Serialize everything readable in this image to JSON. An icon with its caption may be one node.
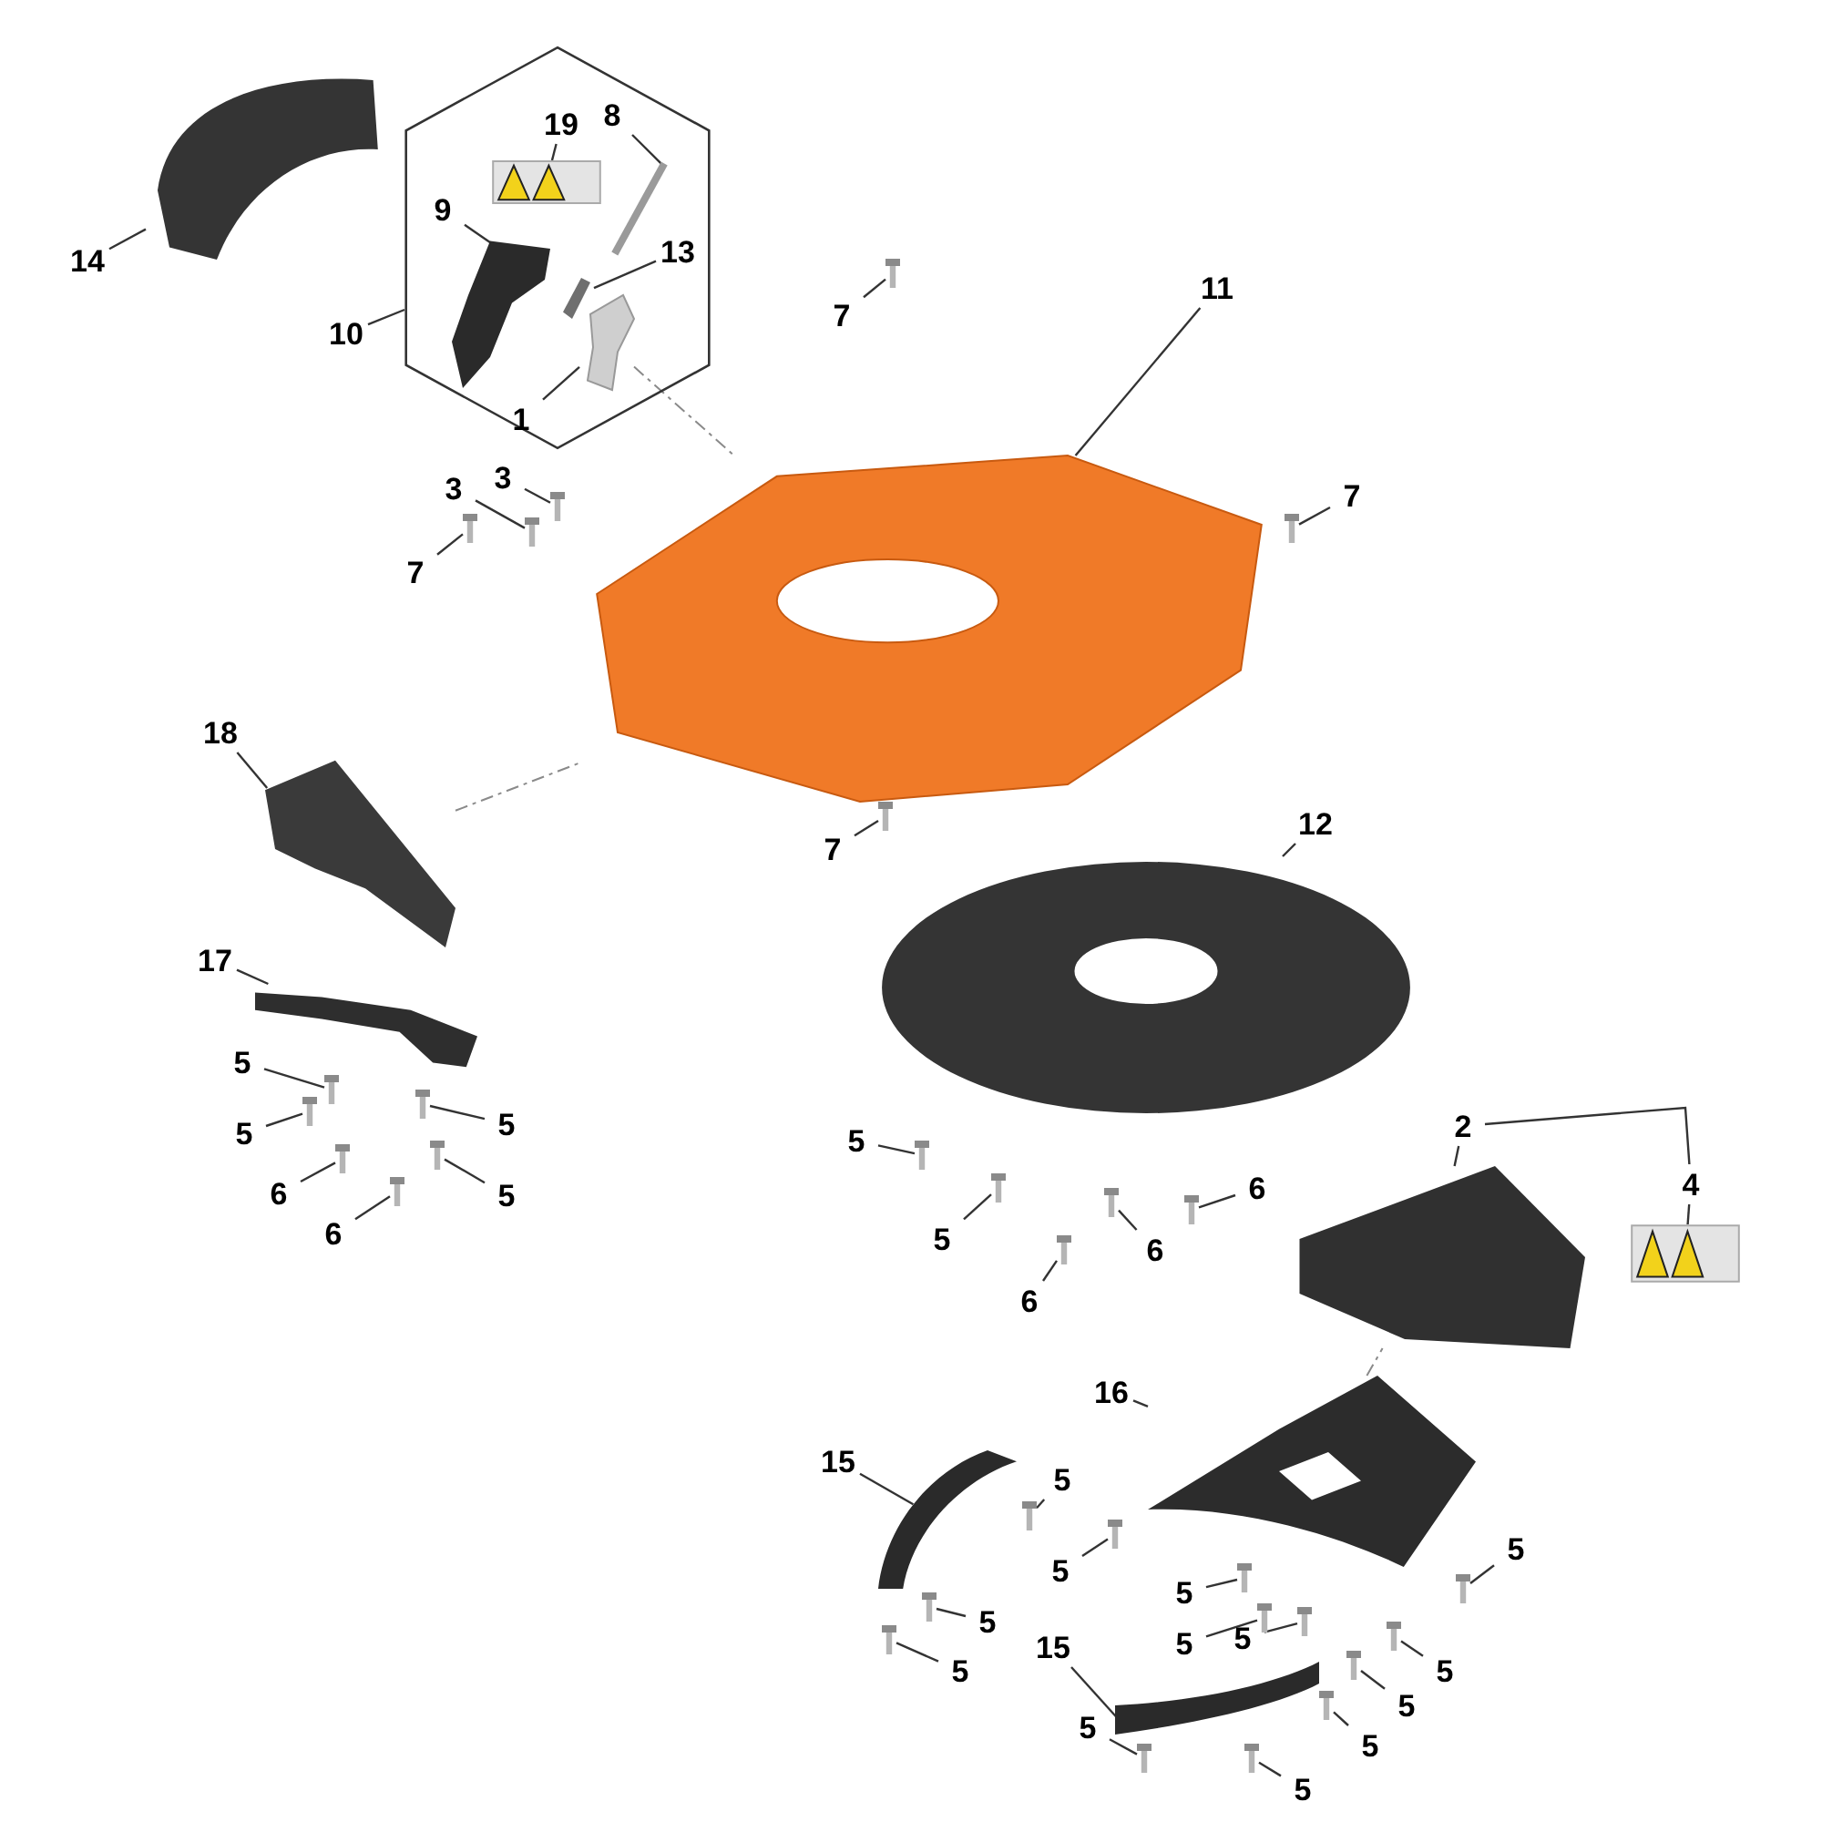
{
  "diagram": {
    "nodes": [
      {
        "text": [
          "14"
        ]
      },
      {
        "text": [],
        "shape": "picture"
      },
      {
        "text": [
          "10"
        ]
      },
      {
        "text": [],
        "shape": "hexagon"
      },
      {
        "text": [
          "9"
        ],
        "in": 3
      },
      {
        "text": [],
        "shape": "picture",
        "in": 3
      },
      {
        "text": [
          "19"
        ],
        "in": 3
      },
      {
        "text": [],
        "shape": "picture",
        "in": 3
      },
      {
        "text": [
          "8"
        ],
        "in": 3
      },
      {
        "text": [],
        "shape": "picture",
        "in": 3
      },
      {
        "text": [
          "13"
        ],
        "in": 3
      },
      {
        "text": [],
        "shape": "picture",
        "in": 3
      },
      {
        "text": [
          "1"
        ],
        "in": 3
      },
      {
        "text": [],
        "shape": "picture",
        "in": 3
      },
      {
        "text": [
          "11"
        ]
      },
      {
        "text": [],
        "shape": "picture"
      },
      {
        "text": [
          "7"
        ]
      },
      {
        "text": [],
        "shape": "picture"
      },
      {
        "text": [
          "3"
        ]
      },
      {
        "text": [],
        "shape": "picture"
      },
      {
        "text": [
          "3"
        ]
      },
      {
        "text": [],
        "shape": "picture"
      },
      {
        "text": [
          "7"
        ]
      },
      {
        "text": [],
        "shape": "picture"
      },
      {
        "text": [
          "7"
        ]
      },
      {
        "text": [],
        "shape": "picture"
      },
      {
        "text": [
          "18"
        ]
      },
      {
        "text": [],
        "shape": "picture"
      },
      {
        "text": [
          "7"
        ]
      },
      {
        "text": [],
        "shape": "picture"
      },
      {
        "text": [
          "12"
        ]
      },
      {
        "text": [],
        "shape": "picture"
      },
      {
        "text": [
          "17"
        ]
      },
      {
        "text": [],
        "shape": "picture"
      },
      {
        "text": [
          "5"
        ]
      },
      {
        "text": [],
        "shape": "picture"
      },
      {
        "text": [
          "5"
        ]
      },
      {
        "text": [],
        "shape": "picture"
      },
      {
        "text": [
          "6"
        ]
      },
      {
        "text": [],
        "shape": "picture"
      },
      {
        "text": [
          "6"
        ]
      },
      {
        "text": [],
        "shape": "picture"
      },
      {
        "text": [
          "5"
        ]
      },
      {
        "text": [],
        "shape": "picture"
      },
      {
        "text": [
          "5"
        ]
      },
      {
        "text": [],
        "shape": "picture"
      },
      {
        "text": [
          "5"
        ]
      },
      {
        "text": [],
        "shape": "picture"
      },
      {
        "text": [
          "5"
        ]
      },
      {
        "text": [],
        "shape": "picture"
      },
      {
        "text": [
          "6"
        ]
      },
      {
        "text": [],
        "shape": "picture"
      },
      {
        "text": [
          "6"
        ]
      },
      {
        "text": [],
        "shape": "picture"
      },
      {
        "text": [
          "6"
        ]
      },
      {
        "text": [],
        "shape": "picture"
      },
      {
        "text": [
          "2"
        ]
      },
      {
        "text": [],
        "shape": "picture"
      },
      {
        "text": [
          "4"
        ]
      },
      {
        "text": [],
        "shape": "picture"
      },
      {
        "text": [
          "16"
        ]
      },
      {
        "text": [],
        "shape": "picture"
      },
      {
        "text": [
          "15"
        ]
      },
      {
        "text": [],
        "shape": "picture"
      },
      {
        "text": [
          "15"
        ]
      },
      {
        "text": [],
        "shape": "picture"
      },
      {
        "text": [
          "5"
        ]
      },
      {
        "text": [],
        "shape": "picture"
      },
      {
        "text": [
          "5"
        ]
      },
      {
        "text": [],
        "shape": "picture"
      },
      {
        "text": [
          "5"
        ]
      },
      {
        "text": [],
        "shape": "picture"
      },
      {
        "text": [
          "5"
        ]
      },
      {
        "text": [],
        "shape": "picture"
      },
      {
        "text": [
          "5"
        ]
      },
      {
        "text": [],
        "shape": "picture"
      },
      {
        "text": [
          "5"
        ]
      },
      {
        "text": [],
        "shape": "picture"
      },
      {
        "text": [
          "5"
        ]
      },
      {
        "text": [],
        "shape": "picture"
      },
      {
        "text": [
          "5"
        ]
      },
      {
        "text": [],
        "shape": "picture"
      },
      {
        "text": [
          "5"
        ]
      },
      {
        "text": [],
        "shape": "picture"
      },
      {
        "text": [
          "5"
        ]
      },
      {
        "text": [],
        "shape": "picture"
      },
      {
        "text": [
          "5"
        ]
      },
      {
        "text": [],
        "shape": "picture"
      },
      {
        "text": [
          "5"
        ]
      },
      {
        "text": [],
        "shape": "picture"
      },
      {
        "text": [
          "5"
        ]
      },
      {
        "text": [],
        "shape": "picture"
      }
    ],
    "edges": [
      {
        "from": 0,
        "to": 1,
        "arrow": "none"
      },
      {
        "from": 2,
        "to": 3,
        "arrow": "none"
      },
      {
        "from": 4,
        "to": 5,
        "arrow": "none"
      },
      {
        "from": 6,
        "to": 7,
        "arrow": "none"
      },
      {
        "from": 8,
        "to": 9,
        "arrow": "none"
      },
      {
        "from": 10,
        "to": 11,
        "arrow": "none"
      },
      {
        "from": 12,
        "to": 13,
        "arrow": "none"
      },
      {
        "from": 14,
        "to": 15,
        "arrow": "none"
      },
      {
        "from": 16,
        "to": 17,
        "arrow": "none"
      },
      {
        "from": 18,
        "to": 19,
        "arrow": "none"
      },
      {
        "from": 20,
        "to": 21,
        "arrow": "none"
      },
      {
        "from": 22,
        "to": 23,
        "arrow": "none"
      },
      {
        "from": 24,
        "to": 25,
        "arrow": "none"
      },
      {
        "from": 26,
        "to": 27,
        "arrow": "none"
      },
      {
        "from": 28,
        "to": 29,
        "arrow": "none"
      },
      {
        "from": 30,
        "to": 31,
        "arrow": "none"
      },
      {
        "from": 32,
        "to": 33,
        "arrow": "none"
      },
      {
        "from": 34,
        "to": 35,
        "arrow": "none"
      },
      {
        "from": 36,
        "to": 37,
        "arrow": "none"
      },
      {
        "from": 38,
        "to": 39,
        "arrow": "none"
      },
      {
        "from": 40,
        "to": 41,
        "arrow": "none"
      },
      {
        "from": 42,
        "to": 43,
        "arrow": "none"
      },
      {
        "from": 44,
        "to": 45,
        "arrow": "none"
      },
      {
        "from": 46,
        "to": 47,
        "arrow": "none"
      },
      {
        "from": 48,
        "to": 49,
        "arrow": "none"
      },
      {
        "from": 50,
        "to": 51,
        "arrow": "none"
      },
      {
        "from": 52,
        "to": 53,
        "arrow": "none"
      },
      {
        "from": 54,
        "to": 55,
        "arrow": "none"
      },
      {
        "from": 56,
        "to": 57,
        "arrow": "none"
      },
      {
        "from": 58,
        "to": 59,
        "arrow": "none"
      },
      {
        "from": 60,
        "to": 61,
        "arrow": "none"
      },
      {
        "from": 62,
        "to": 63,
        "arrow": "none"
      },
      {
        "from": 64,
        "to": 65,
        "arrow": "none"
      },
      {
        "from": 66,
        "to": 67,
        "arrow": "none"
      },
      {
        "from": 68,
        "to": 69,
        "arrow": "none"
      },
      {
        "from": 70,
        "to": 71,
        "arrow": "none"
      },
      {
        "from": 72,
        "to": 73,
        "arrow": "none"
      },
      {
        "from": 74,
        "to": 75,
        "arrow": "none"
      },
      {
        "from": 76,
        "to": 77,
        "arrow": "none"
      },
      {
        "from": 78,
        "to": 79,
        "arrow": "none"
      },
      {
        "from": 80,
        "to": 81,
        "arrow": "none"
      },
      {
        "from": 82,
        "to": 83,
        "arrow": "none"
      },
      {
        "from": 84,
        "to": 85,
        "arrow": "none"
      },
      {
        "from": 86,
        "to": 87,
        "arrow": "none"
      },
      {
        "from": 88,
        "to": 89,
        "arrow": "none"
      },
      {
        "from": 90,
        "to": 91,
        "arrow": "none"
      },
      {
        "from": 56,
        "to": 58,
        "arrow": "none"
      },
      {
        "from": 13,
        "to": 15,
        "arrow": "none",
        "style": "dashed"
      },
      {
        "from": 27,
        "to": 15,
        "arrow": "none",
        "style": "dashed"
      },
      {
        "from": 61,
        "to": 57,
        "arrow": "none",
        "style": "dashed"
      }
    ]
  }
}
